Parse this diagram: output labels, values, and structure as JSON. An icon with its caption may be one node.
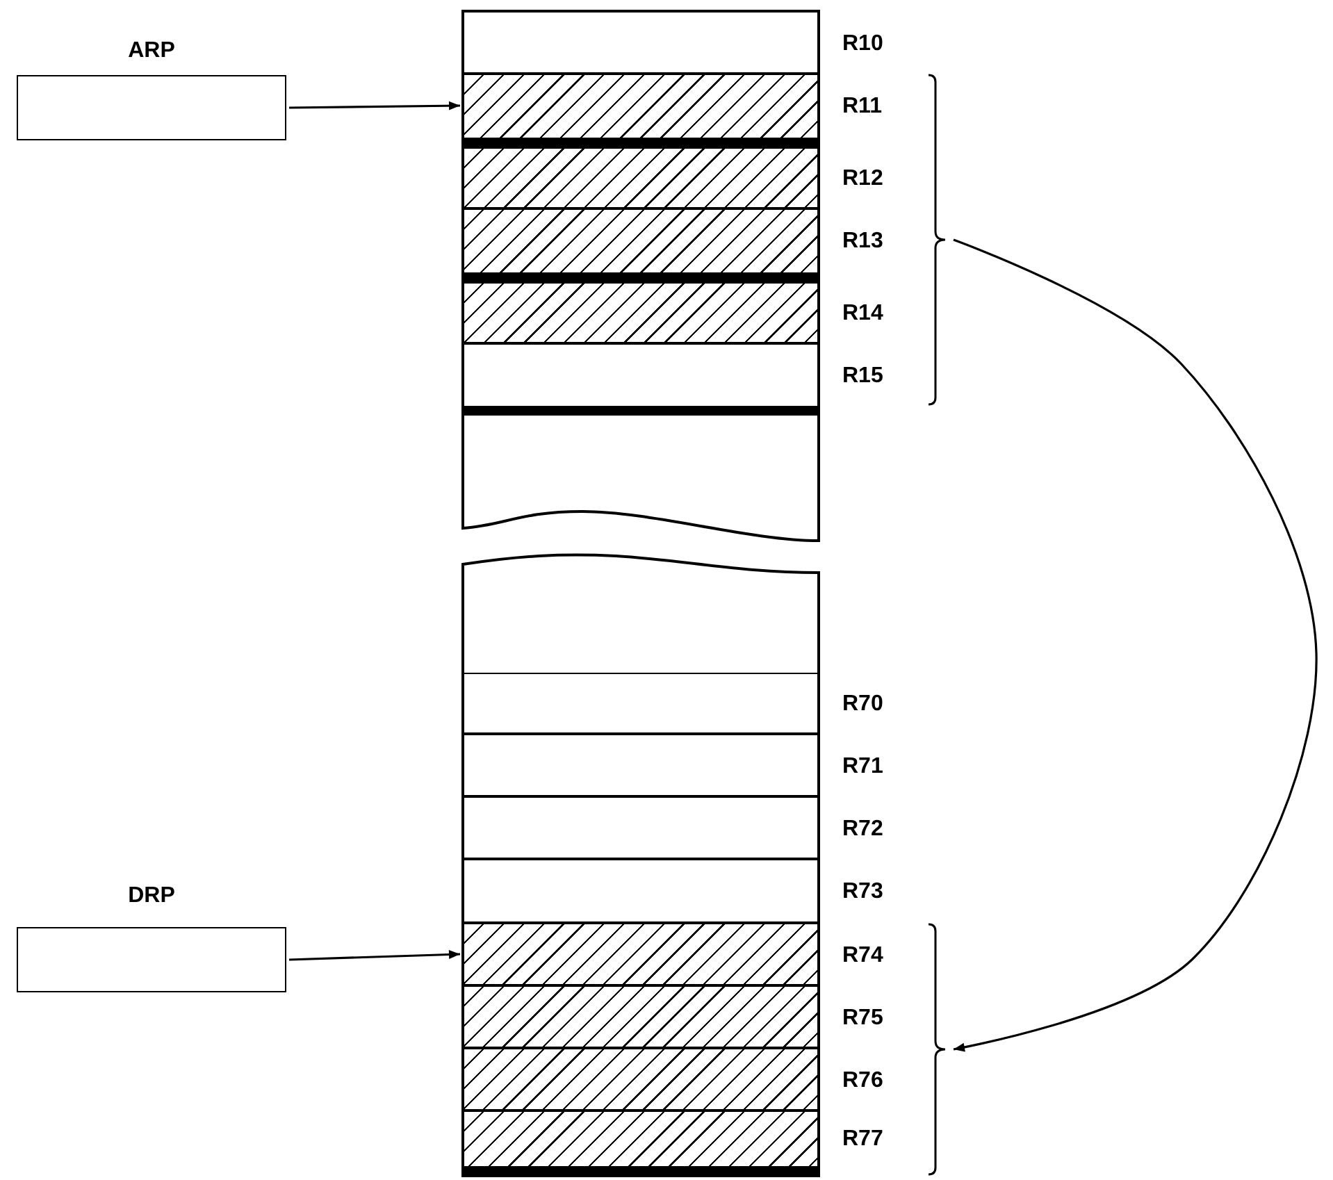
{
  "diagram": {
    "nodes": [
      {
        "text": [
          "ARP"
        ]
      },
      {
        "text": [],
        "shape": "box"
      },
      {
        "text": [],
        "shape": "box",
        "in": 1,
        "beside": [
          "R10"
        ]
      },
      {
        "text": [],
        "shape": "box",
        "in": 1,
        "beside": [
          "R11"
        ]
      },
      {
        "text": [],
        "shape": "box",
        "in": 1,
        "beside": [
          "R12"
        ]
      },
      {
        "text": [],
        "shape": "box",
        "in": 1,
        "beside": [
          "R13"
        ]
      },
      {
        "text": [],
        "shape": "box",
        "in": 1,
        "beside": [
          "R14"
        ]
      },
      {
        "text": [],
        "shape": "box",
        "in": 1,
        "beside": [
          "R15"
        ]
      },
      {
        "text": [],
        "shape": "brace"
      },
      {
        "text": [],
        "shape": "box"
      },
      {
        "text": [],
        "shape": "box",
        "in": 9,
        "beside": [
          "R70"
        ]
      },
      {
        "text": [],
        "shape": "box",
        "in": 9,
        "beside": [
          "R71"
        ]
      },
      {
        "text": [],
        "shape": "box",
        "in": 9,
        "beside": [
          "R72"
        ]
      },
      {
        "text": [],
        "shape": "box",
        "in": 9,
        "beside": [
          "R73"
        ]
      },
      {
        "text": [],
        "shape": "box",
        "in": 9,
        "beside": [
          "R74"
        ]
      },
      {
        "text": [],
        "shape": "box",
        "in": 9,
        "beside": [
          "R75"
        ]
      },
      {
        "text": [],
        "shape": "box",
        "in": 9,
        "beside": [
          "R76"
        ]
      },
      {
        "text": [],
        "shape": "box",
        "in": 9,
        "beside": [
          "R77"
        ]
      },
      {
        "text": [
          "DRP"
        ]
      },
      {
        "text": [],
        "shape": "brace"
      }
    ],
    "edges": [
      {
        "from": 0,
        "to": 3,
        "arrow": "to"
      },
      {
        "from": 18,
        "to": 14,
        "arrow": "to"
      },
      {
        "from": 8,
        "to": 19,
        "arrow": "to"
      }
    ]
  }
}
